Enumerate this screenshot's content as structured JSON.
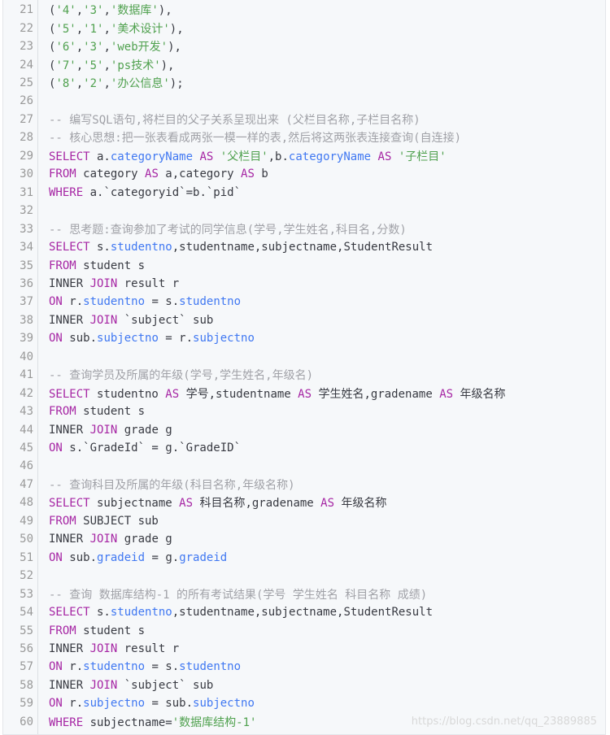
{
  "editor": {
    "lines": [
      {
        "n": "21",
        "tokens": [
          {
            "t": "(",
            "c": "p"
          },
          {
            "t": "'4'",
            "c": "str"
          },
          {
            "t": ",",
            "c": "p"
          },
          {
            "t": "'3'",
            "c": "str"
          },
          {
            "t": ",",
            "c": "p"
          },
          {
            "t": "'数据库'",
            "c": "str"
          },
          {
            "t": "),",
            "c": "p"
          }
        ]
      },
      {
        "n": "22",
        "tokens": [
          {
            "t": "(",
            "c": "p"
          },
          {
            "t": "'5'",
            "c": "str"
          },
          {
            "t": ",",
            "c": "p"
          },
          {
            "t": "'1'",
            "c": "str"
          },
          {
            "t": ",",
            "c": "p"
          },
          {
            "t": "'美术设计'",
            "c": "str"
          },
          {
            "t": "),",
            "c": "p"
          }
        ]
      },
      {
        "n": "23",
        "tokens": [
          {
            "t": "(",
            "c": "p"
          },
          {
            "t": "'6'",
            "c": "str"
          },
          {
            "t": ",",
            "c": "p"
          },
          {
            "t": "'3'",
            "c": "str"
          },
          {
            "t": ",",
            "c": "p"
          },
          {
            "t": "'web开发'",
            "c": "str"
          },
          {
            "t": "),",
            "c": "p"
          }
        ]
      },
      {
        "n": "24",
        "tokens": [
          {
            "t": "(",
            "c": "p"
          },
          {
            "t": "'7'",
            "c": "str"
          },
          {
            "t": ",",
            "c": "p"
          },
          {
            "t": "'5'",
            "c": "str"
          },
          {
            "t": ",",
            "c": "p"
          },
          {
            "t": "'ps技术'",
            "c": "str"
          },
          {
            "t": "),",
            "c": "p"
          }
        ]
      },
      {
        "n": "25",
        "tokens": [
          {
            "t": "(",
            "c": "p"
          },
          {
            "t": "'8'",
            "c": "str"
          },
          {
            "t": ",",
            "c": "p"
          },
          {
            "t": "'2'",
            "c": "str"
          },
          {
            "t": ",",
            "c": "p"
          },
          {
            "t": "'办公信息'",
            "c": "str"
          },
          {
            "t": ");",
            "c": "p"
          }
        ]
      },
      {
        "n": "26",
        "tokens": []
      },
      {
        "n": "27",
        "tokens": [
          {
            "t": "-- 编写SQL语句,将栏目的父子关系呈现出来 (父栏目名称,子栏目名称)",
            "c": "cmt"
          }
        ]
      },
      {
        "n": "28",
        "tokens": [
          {
            "t": "-- 核心思想:把一张表看成两张一模一样的表,然后将这两张表连接查询(自连接)",
            "c": "cmt"
          }
        ]
      },
      {
        "n": "29",
        "tokens": [
          {
            "t": "SELECT",
            "c": "kw"
          },
          {
            "t": " a.",
            "c": "p"
          },
          {
            "t": "categoryName",
            "c": "fld"
          },
          {
            "t": " ",
            "c": "p"
          },
          {
            "t": "AS",
            "c": "kw"
          },
          {
            "t": " ",
            "c": "p"
          },
          {
            "t": "'父栏目'",
            "c": "str"
          },
          {
            "t": ",b.",
            "c": "p"
          },
          {
            "t": "categoryName",
            "c": "fld"
          },
          {
            "t": " ",
            "c": "p"
          },
          {
            "t": "AS",
            "c": "kw"
          },
          {
            "t": " ",
            "c": "p"
          },
          {
            "t": "'子栏目'",
            "c": "str"
          }
        ]
      },
      {
        "n": "30",
        "tokens": [
          {
            "t": "FROM",
            "c": "kw"
          },
          {
            "t": " category ",
            "c": "p"
          },
          {
            "t": "AS",
            "c": "kw"
          },
          {
            "t": " a,category ",
            "c": "p"
          },
          {
            "t": "AS",
            "c": "kw"
          },
          {
            "t": " b",
            "c": "p"
          }
        ]
      },
      {
        "n": "31",
        "tokens": [
          {
            "t": "WHERE",
            "c": "kw"
          },
          {
            "t": " a.`categoryid`=b.`pid`",
            "c": "p"
          }
        ]
      },
      {
        "n": "32",
        "tokens": []
      },
      {
        "n": "33",
        "tokens": [
          {
            "t": "-- 思考题:查询参加了考试的同学信息(学号,学生姓名,科目名,分数)",
            "c": "cmt"
          }
        ]
      },
      {
        "n": "34",
        "tokens": [
          {
            "t": "SELECT",
            "c": "kw"
          },
          {
            "t": " s.",
            "c": "p"
          },
          {
            "t": "studentno",
            "c": "fld"
          },
          {
            "t": ",studentname,subjectname,StudentResult",
            "c": "p"
          }
        ]
      },
      {
        "n": "35",
        "tokens": [
          {
            "t": "FROM",
            "c": "kw"
          },
          {
            "t": " student s",
            "c": "p"
          }
        ]
      },
      {
        "n": "36",
        "tokens": [
          {
            "t": "INNER ",
            "c": "p"
          },
          {
            "t": "JOIN",
            "c": "kw"
          },
          {
            "t": " result r",
            "c": "p"
          }
        ]
      },
      {
        "n": "37",
        "tokens": [
          {
            "t": "ON",
            "c": "kw"
          },
          {
            "t": " r.",
            "c": "p"
          },
          {
            "t": "studentno",
            "c": "fld"
          },
          {
            "t": " = s.",
            "c": "p"
          },
          {
            "t": "studentno",
            "c": "fld"
          }
        ]
      },
      {
        "n": "38",
        "tokens": [
          {
            "t": "INNER ",
            "c": "p"
          },
          {
            "t": "JOIN",
            "c": "kw"
          },
          {
            "t": " `subject` sub",
            "c": "p"
          }
        ]
      },
      {
        "n": "39",
        "tokens": [
          {
            "t": "ON",
            "c": "kw"
          },
          {
            "t": " sub.",
            "c": "p"
          },
          {
            "t": "subjectno",
            "c": "fld"
          },
          {
            "t": " = r.",
            "c": "p"
          },
          {
            "t": "subjectno",
            "c": "fld"
          }
        ]
      },
      {
        "n": "40",
        "tokens": []
      },
      {
        "n": "41",
        "tokens": [
          {
            "t": "-- 查询学员及所属的年级(学号,学生姓名,年级名)",
            "c": "cmt"
          }
        ]
      },
      {
        "n": "42",
        "tokens": [
          {
            "t": "SELECT",
            "c": "kw"
          },
          {
            "t": " studentno ",
            "c": "p"
          },
          {
            "t": "AS",
            "c": "kw"
          },
          {
            "t": " 学号,studentname ",
            "c": "p"
          },
          {
            "t": "AS",
            "c": "kw"
          },
          {
            "t": " 学生姓名,gradename ",
            "c": "p"
          },
          {
            "t": "AS",
            "c": "kw"
          },
          {
            "t": " 年级名称",
            "c": "p"
          }
        ]
      },
      {
        "n": "43",
        "tokens": [
          {
            "t": "FROM",
            "c": "kw"
          },
          {
            "t": " student s",
            "c": "p"
          }
        ]
      },
      {
        "n": "44",
        "tokens": [
          {
            "t": "INNER ",
            "c": "p"
          },
          {
            "t": "JOIN",
            "c": "kw"
          },
          {
            "t": " grade g",
            "c": "p"
          }
        ]
      },
      {
        "n": "45",
        "tokens": [
          {
            "t": "ON",
            "c": "kw"
          },
          {
            "t": " s.`GradeId` = g.`GradeID`",
            "c": "p"
          }
        ]
      },
      {
        "n": "46",
        "tokens": []
      },
      {
        "n": "47",
        "tokens": [
          {
            "t": "-- 查询科目及所属的年级(科目名称,年级名称)",
            "c": "cmt"
          }
        ]
      },
      {
        "n": "48",
        "tokens": [
          {
            "t": "SELECT",
            "c": "kw"
          },
          {
            "t": " subjectname ",
            "c": "p"
          },
          {
            "t": "AS",
            "c": "kw"
          },
          {
            "t": " 科目名称,gradename ",
            "c": "p"
          },
          {
            "t": "AS",
            "c": "kw"
          },
          {
            "t": " 年级名称",
            "c": "p"
          }
        ]
      },
      {
        "n": "49",
        "tokens": [
          {
            "t": "FROM",
            "c": "kw"
          },
          {
            "t": " SUBJECT sub",
            "c": "p"
          }
        ]
      },
      {
        "n": "50",
        "tokens": [
          {
            "t": "INNER ",
            "c": "p"
          },
          {
            "t": "JOIN",
            "c": "kw"
          },
          {
            "t": " grade g",
            "c": "p"
          }
        ]
      },
      {
        "n": "51",
        "tokens": [
          {
            "t": "ON",
            "c": "kw"
          },
          {
            "t": " sub.",
            "c": "p"
          },
          {
            "t": "gradeid",
            "c": "fld"
          },
          {
            "t": " = g.",
            "c": "p"
          },
          {
            "t": "gradeid",
            "c": "fld"
          }
        ]
      },
      {
        "n": "52",
        "tokens": []
      },
      {
        "n": "53",
        "tokens": [
          {
            "t": "-- 查询 数据库结构-1 的所有考试结果(学号 学生姓名 科目名称 成绩)",
            "c": "cmt"
          }
        ]
      },
      {
        "n": "54",
        "tokens": [
          {
            "t": "SELECT",
            "c": "kw"
          },
          {
            "t": " s.",
            "c": "p"
          },
          {
            "t": "studentno",
            "c": "fld"
          },
          {
            "t": ",studentname,subjectname,StudentResult",
            "c": "p"
          }
        ]
      },
      {
        "n": "55",
        "tokens": [
          {
            "t": "FROM",
            "c": "kw"
          },
          {
            "t": " student s",
            "c": "p"
          }
        ]
      },
      {
        "n": "56",
        "tokens": [
          {
            "t": "INNER ",
            "c": "p"
          },
          {
            "t": "JOIN",
            "c": "kw"
          },
          {
            "t": " result r",
            "c": "p"
          }
        ]
      },
      {
        "n": "57",
        "tokens": [
          {
            "t": "ON",
            "c": "kw"
          },
          {
            "t": " r.",
            "c": "p"
          },
          {
            "t": "studentno",
            "c": "fld"
          },
          {
            "t": " = s.",
            "c": "p"
          },
          {
            "t": "studentno",
            "c": "fld"
          }
        ]
      },
      {
        "n": "58",
        "tokens": [
          {
            "t": "INNER ",
            "c": "p"
          },
          {
            "t": "JOIN",
            "c": "kw"
          },
          {
            "t": " `subject` sub",
            "c": "p"
          }
        ]
      },
      {
        "n": "59",
        "tokens": [
          {
            "t": "ON",
            "c": "kw"
          },
          {
            "t": " r.",
            "c": "p"
          },
          {
            "t": "subjectno",
            "c": "fld"
          },
          {
            "t": " = sub.",
            "c": "p"
          },
          {
            "t": "subjectno",
            "c": "fld"
          }
        ]
      },
      {
        "n": "60",
        "tokens": [
          {
            "t": "WHERE",
            "c": "kw"
          },
          {
            "t": " subjectname=",
            "c": "p"
          },
          {
            "t": "'数据库结构-1'",
            "c": "str"
          }
        ]
      }
    ]
  },
  "watermark": "https://blog.csdn.net/qq_23889885",
  "colors": {
    "keyword": "#a626a4",
    "string": "#50a14f",
    "comment": "#a0a1a7",
    "field": "#4078f2",
    "plain": "#383a42",
    "line_number": "#999999",
    "background": "#f6f8fa"
  }
}
